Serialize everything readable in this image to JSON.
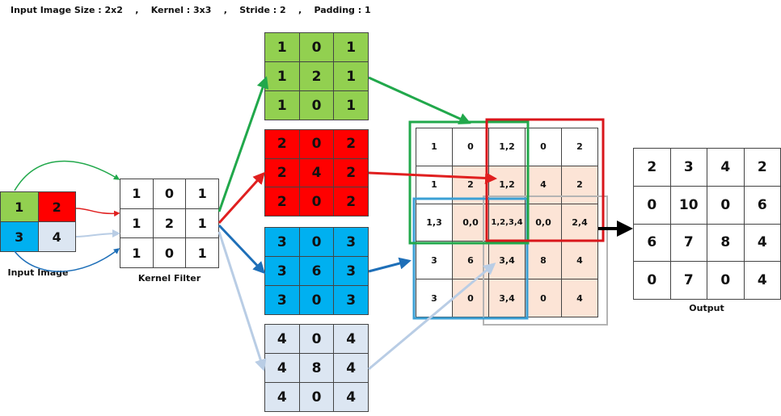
{
  "header": {
    "text": "Input Image Size : 2x2    ,    Kernel : 3x3    ,    Stride : 2    ,    Padding : 1"
  },
  "input_image": {
    "label": "Input Image",
    "cells": [
      {
        "value": "1",
        "color": "#92D050"
      },
      {
        "value": "2",
        "color": "#FF0000"
      },
      {
        "value": "3",
        "color": "#00B0F0"
      },
      {
        "value": "4",
        "color": "#DCE6F2"
      }
    ]
  },
  "kernel_filter": {
    "label": "Kernel Filter",
    "cells": [
      "1",
      "0",
      "1",
      "1",
      "2",
      "1",
      "1",
      "0",
      "1"
    ]
  },
  "scaled_kernels": [
    {
      "name": "green",
      "color": "#92D050",
      "cells": [
        "1",
        "0",
        "1",
        "1",
        "2",
        "1",
        "1",
        "0",
        "1"
      ]
    },
    {
      "name": "red",
      "color": "#FF0000",
      "cells": [
        "2",
        "0",
        "2",
        "2",
        "4",
        "2",
        "2",
        "0",
        "2"
      ]
    },
    {
      "name": "blue",
      "color": "#00B0F0",
      "cells": [
        "3",
        "0",
        "3",
        "3",
        "6",
        "3",
        "3",
        "0",
        "3"
      ]
    },
    {
      "name": "light",
      "color": "#DCE6F2",
      "cells": [
        "4",
        "0",
        "4",
        "4",
        "8",
        "4",
        "4",
        "0",
        "4"
      ]
    }
  ],
  "sum_grid": {
    "cells": [
      "1",
      "0",
      "1,2",
      "0",
      "2",
      "1",
      "2",
      "1,2",
      "4",
      "2",
      "1,3",
      "0,0",
      "1,2,3,4",
      "0,0",
      "2,4",
      "3",
      "6",
      "3,4",
      "8",
      "4",
      "3",
      "0",
      "3,4",
      "0",
      "4"
    ],
    "shade_color": "#FCE4D6"
  },
  "output": {
    "label": "Output",
    "cells": [
      "2",
      "3",
      "4",
      "2",
      "0",
      "10",
      "0",
      "6",
      "6",
      "7",
      "8",
      "4",
      "0",
      "7",
      "0",
      "4"
    ]
  },
  "colors": {
    "green": "#21A84B",
    "red": "#E01F1F",
    "blue": "#1E6FB8",
    "light": "#B9CDE5",
    "overlay_light": "#B4B4B4",
    "overlay_blue": "#3BA0D5",
    "overlay_green": "#21A84B",
    "overlay_red": "#D9161B",
    "arrow_black": "#000000"
  }
}
